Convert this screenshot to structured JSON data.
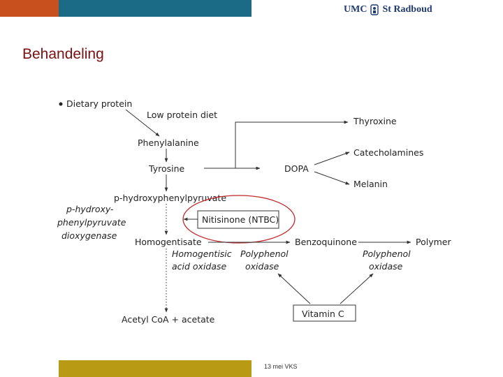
{
  "header": {
    "logo_left": "UMC",
    "logo_right": "St Radboud"
  },
  "title": "Behandeling",
  "footer": "13 mei VKS",
  "diagram": {
    "dietary_protein": "Dietary protein",
    "low_protein_diet": "Low protein diet",
    "phenylalanine": "Phenylalanine",
    "tyrosine": "Tyrosine",
    "phpp": "p-hydroxyphenylpyruvate",
    "enzyme_hppd": [
      "p-hydroxy-",
      "phenylpyruvate",
      "dioxygenase"
    ],
    "nitisinone": "Nitisinone (NTBC)",
    "homogentisate": "Homogentisate",
    "hgo": [
      "Homogentisic",
      "acid oxidase"
    ],
    "acetyl": "Acetyl CoA + acetate",
    "thyroxine": "Thyroxine",
    "dopa": "DOPA",
    "catecholamines": "Catecholamines",
    "melanin": "Melanin",
    "benzoquinone": "Benzoquinone",
    "polymer": "Polymer",
    "ppo_left": [
      "Polyphenol",
      "oxidase"
    ],
    "ppo_right": [
      "Polyphenol",
      "oxidase"
    ],
    "vitamin_c": "Vitamin C"
  },
  "colors": {
    "accent_orange": "#c8501e",
    "accent_teal": "#1b6a86",
    "accent_gold": "#b89a14",
    "title": "#7a0f0f",
    "highlight_circle": "#c0282c"
  }
}
